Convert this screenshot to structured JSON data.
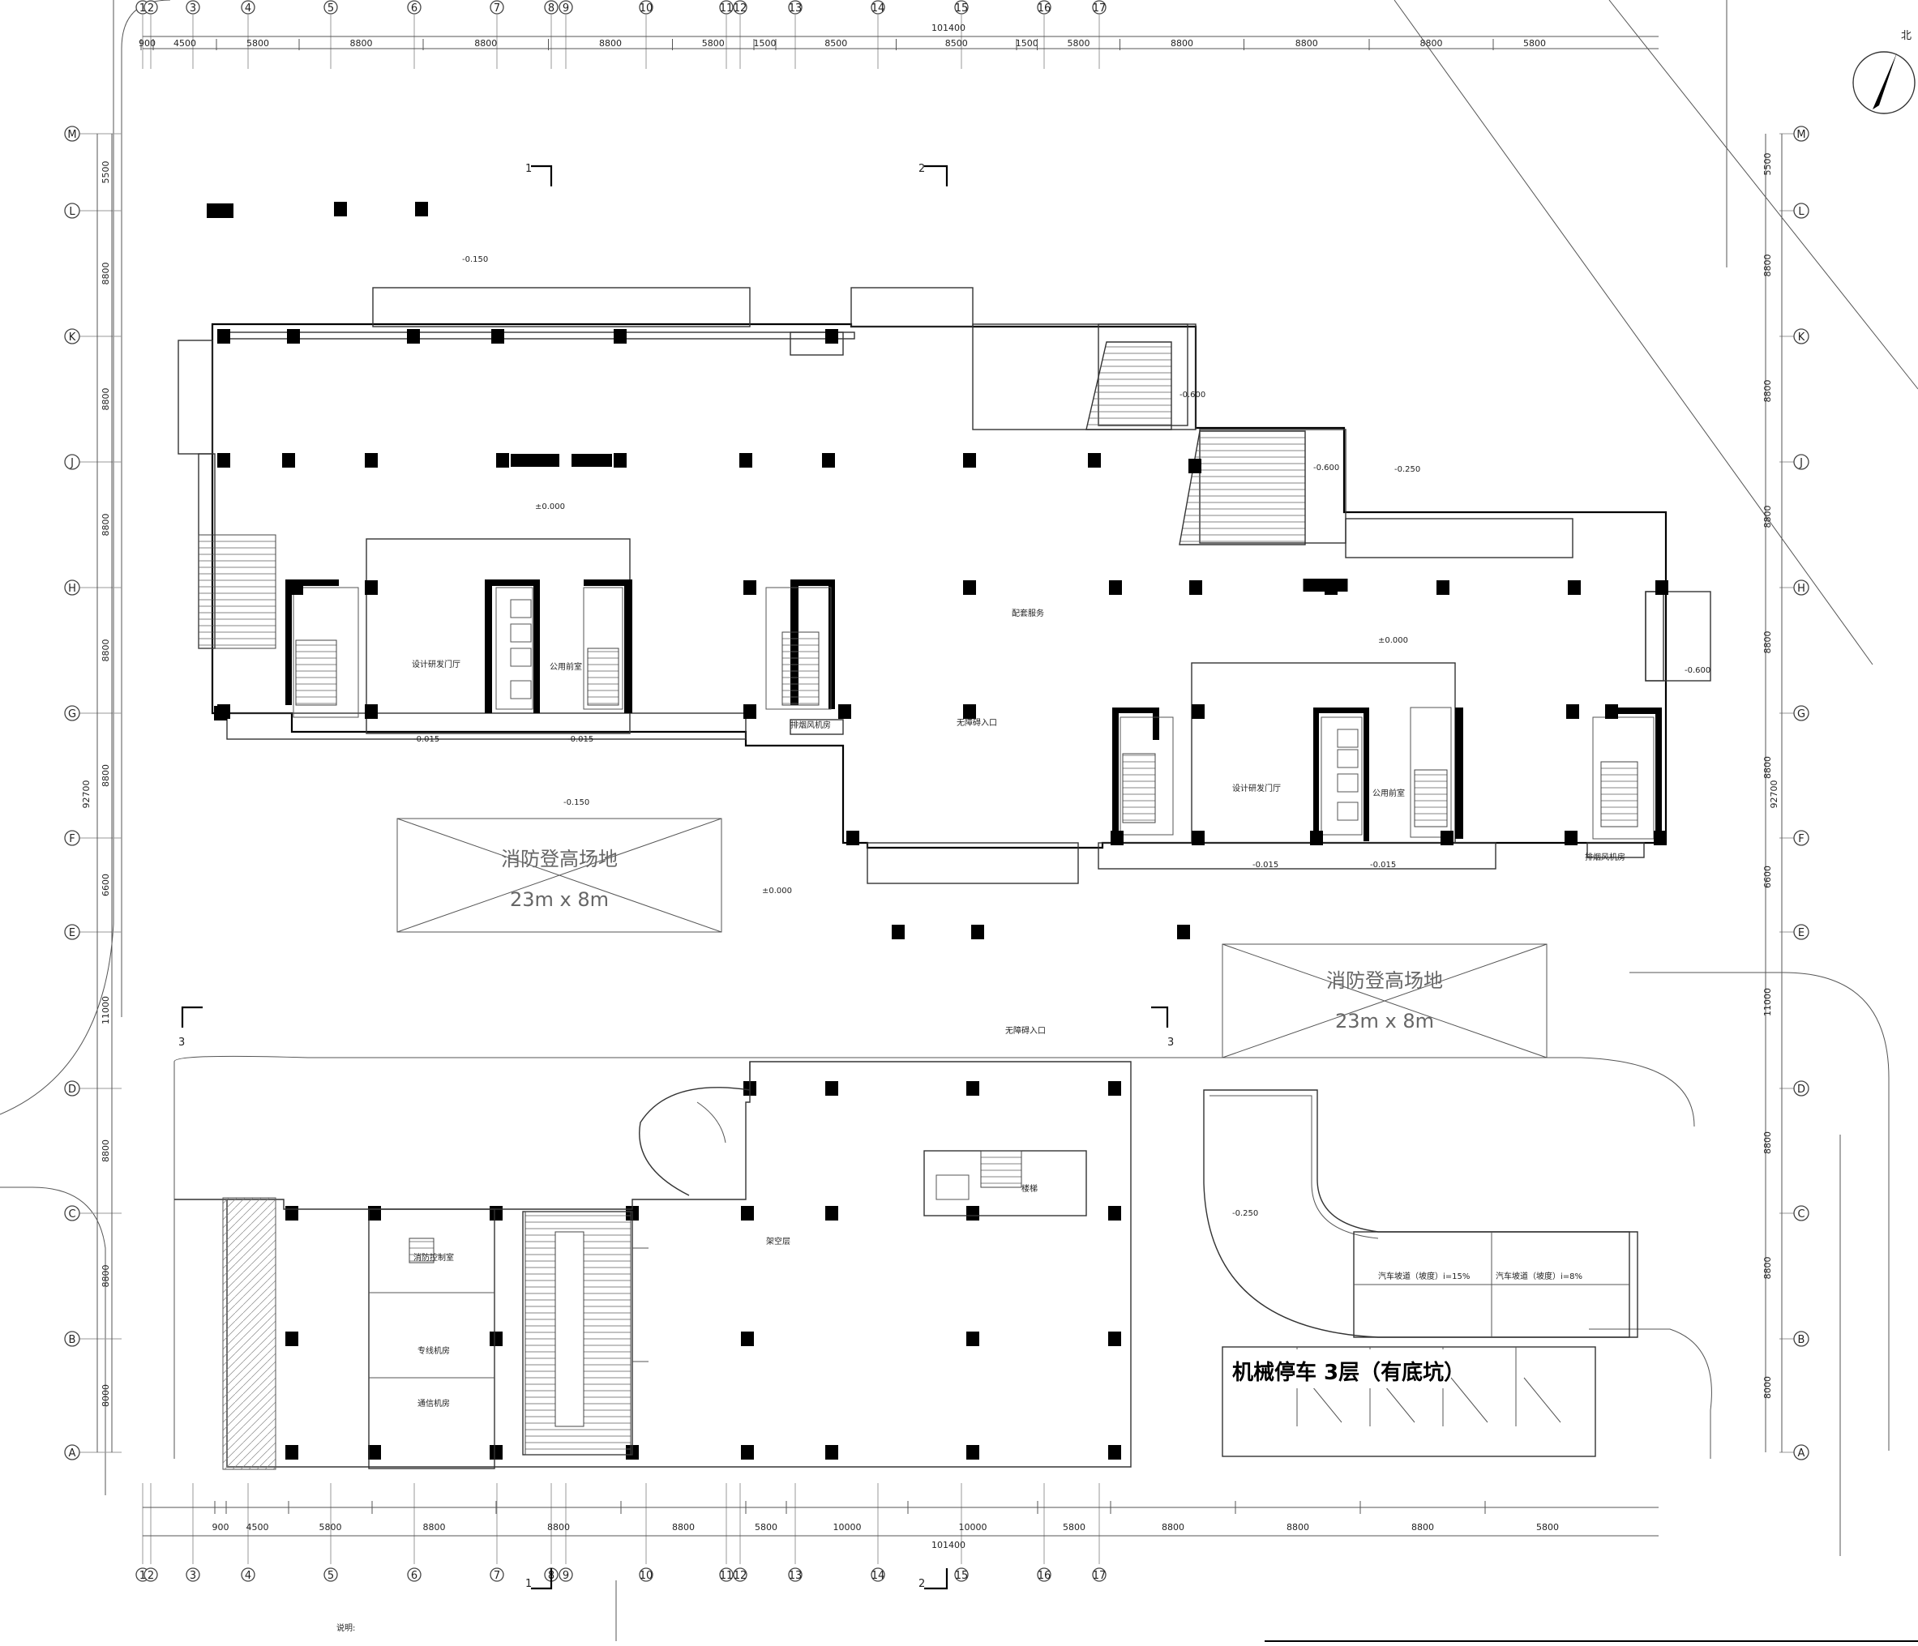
{
  "axes": {
    "columns": [
      "1",
      "2",
      "3",
      "4",
      "5",
      "6",
      "7",
      "8",
      "9",
      "10",
      "11",
      "12",
      "13",
      "14",
      "15",
      "16",
      "17"
    ],
    "rows": [
      "M",
      "L",
      "K",
      "J",
      "H",
      "G",
      "F",
      "E",
      "D",
      "C",
      "B",
      "A"
    ]
  },
  "dimensions": {
    "top_total": "101400",
    "top_spans": [
      "900",
      "4500",
      "5800",
      "8800",
      "8800",
      "8800",
      "5800",
      "1500",
      "8500",
      "8500",
      "1500",
      "5800",
      "8800",
      "8800",
      "8800",
      "5800"
    ],
    "bottom_total": "101400",
    "bottom_spans": [
      "900",
      "4500",
      "5800",
      "8800",
      "8800",
      "8800",
      "5800",
      "10000",
      "10000",
      "5800",
      "8800",
      "8800",
      "8800",
      "5800"
    ],
    "side_total": "92700",
    "side_spans": [
      "5500",
      "8800",
      "8800",
      "8800",
      "8800",
      "8800",
      "6600",
      "11000",
      "8800",
      "8800",
      "8000"
    ]
  },
  "north": {
    "label": "北"
  },
  "section_marks": [
    "1",
    "2",
    "3"
  ],
  "fire_pad": {
    "line1": "消防登高场地",
    "line2": "23m x 8m"
  },
  "parking": {
    "label": "机械停车 3层（有底坑）"
  },
  "levels": [
    "±0.000",
    "-0.150",
    "-0.015",
    "-0.250",
    "-0.600"
  ],
  "rooms": {
    "lobby_left": "设计研发门厅",
    "lobby_right": "设计研发门厅",
    "public_left": "公用前室",
    "public_right": "公用前室",
    "fitness": "配套服务",
    "fire_control": "消防控制室",
    "power": "专线机房",
    "comm": "通信机房",
    "overhead": "架空层",
    "ramp_up": "汽车坡道（坡度）i=15%",
    "ramp_down": "汽车坡道（坡度）i=8%",
    "fan_left": "排烟风机房",
    "fan_right": "排烟风机房",
    "stair": "楼梯",
    "entrance": "无障碍入口"
  },
  "notes": {
    "label": "说明:"
  }
}
